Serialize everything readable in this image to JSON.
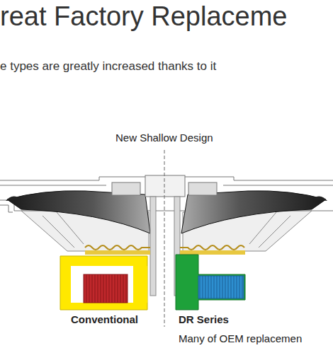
{
  "diagram": {
    "title": "reat Factory Replaceme",
    "labels": [
      "e types are greatly increased thanks to it",
      "New Shallow Design",
      "Conventional",
      "DR Series",
      "Many of OEM replacemen"
    ]
  }
}
